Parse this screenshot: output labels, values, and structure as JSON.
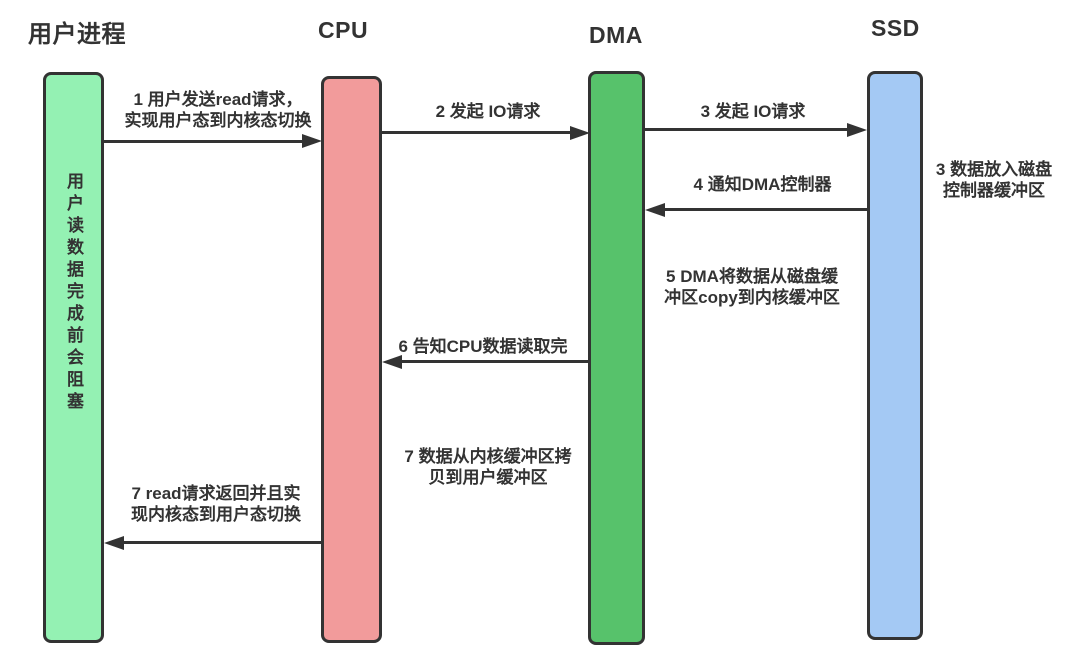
{
  "lifelines": [
    {
      "name": "用户进程",
      "color": "#94f1b3",
      "note": "用户读数据完成前会阻塞"
    },
    {
      "name": "CPU",
      "color": "#f29b9b"
    },
    {
      "name": "DMA",
      "color": "#57c26b"
    },
    {
      "name": "SSD",
      "color": "#a4c9f4"
    }
  ],
  "messages": [
    {
      "id": "1",
      "from": "用户进程",
      "to": "CPU",
      "direction": "right",
      "text": "1 用户发送read请求，\n实现用户态到内核态切换"
    },
    {
      "id": "2",
      "from": "CPU",
      "to": "DMA",
      "direction": "right",
      "text": "2 发起 IO请求"
    },
    {
      "id": "3",
      "from": "DMA",
      "to": "SSD",
      "direction": "right",
      "text": "3 发起 IO请求"
    },
    {
      "id": "4",
      "from": "SSD",
      "to": "DMA",
      "direction": "left",
      "text": "4 通知DMA控制器"
    },
    {
      "id": "6",
      "from": "DMA",
      "to": "CPU",
      "direction": "left",
      "text": "6 告知CPU数据读取完"
    },
    {
      "id": "7",
      "from": "CPU",
      "to": "用户进程",
      "direction": "left",
      "text": "7 read请求返回并且实\n现内核态到用户态切换"
    }
  ],
  "notes": [
    {
      "id": "note-ssd",
      "text": "3 数据放入磁盘\n控制器缓冲区"
    },
    {
      "id": "note-dma-copy",
      "text": "5 DMA将数据从磁盘缓\n冲区copy到内核缓冲区"
    },
    {
      "id": "note-cpu-copy",
      "text": "7 数据从内核缓冲区拷\n贝到用户缓冲区"
    }
  ],
  "colors": {
    "background": "#ffffff",
    "stroke": "#333333",
    "text": "#333333"
  }
}
